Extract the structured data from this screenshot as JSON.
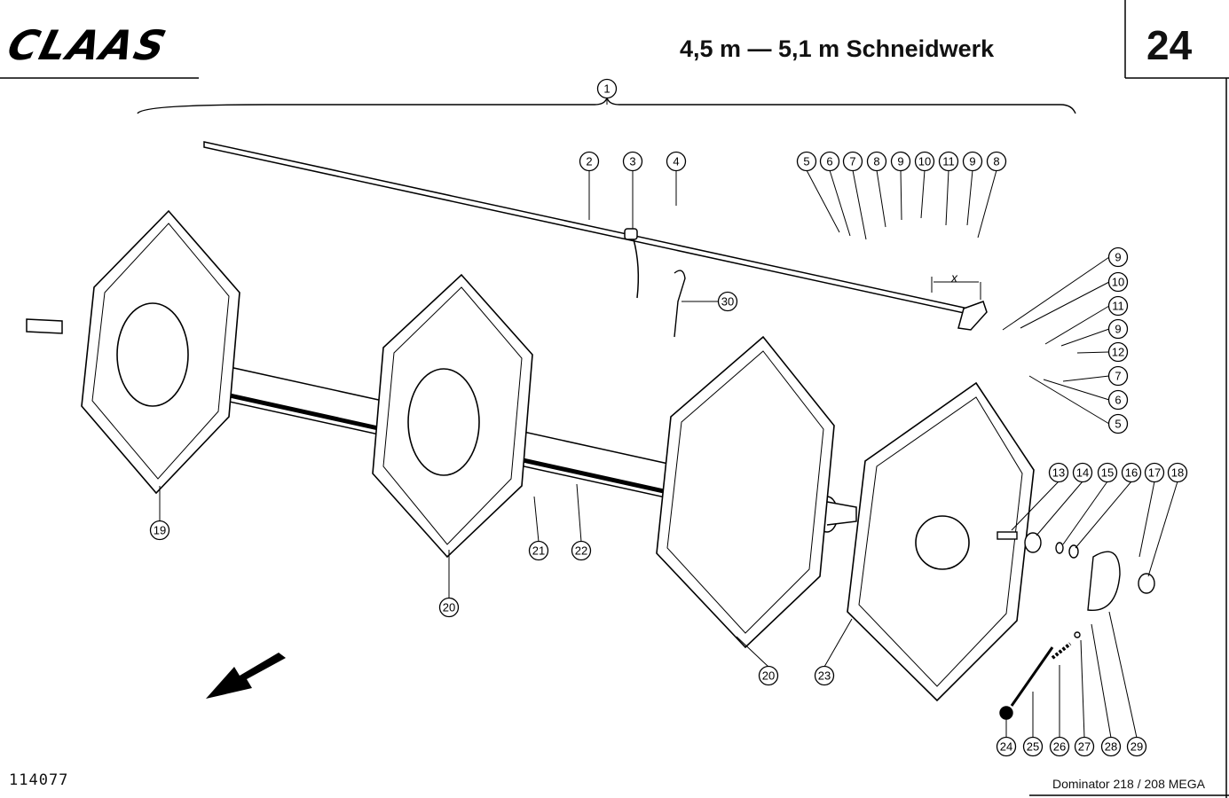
{
  "header": {
    "logo": "CLAAS",
    "title": "4,5 m — 5,1 m Schneidwerk",
    "page_number": "24"
  },
  "footer": {
    "document_number": "114077",
    "model": "Dominator 218 / 208 MEGA"
  },
  "diagram": {
    "dimension_label": "x",
    "callouts": [
      "1",
      "2",
      "3",
      "4",
      "5",
      "6",
      "7",
      "8",
      "9",
      "10",
      "11",
      "9",
      "8",
      "9",
      "10",
      "11",
      "9",
      "12",
      "7",
      "6",
      "5",
      "30",
      "13",
      "14",
      "15",
      "16",
      "17",
      "18",
      "19",
      "20",
      "21",
      "22",
      "20",
      "23",
      "24",
      "25",
      "26",
      "27",
      "28",
      "29"
    ]
  }
}
